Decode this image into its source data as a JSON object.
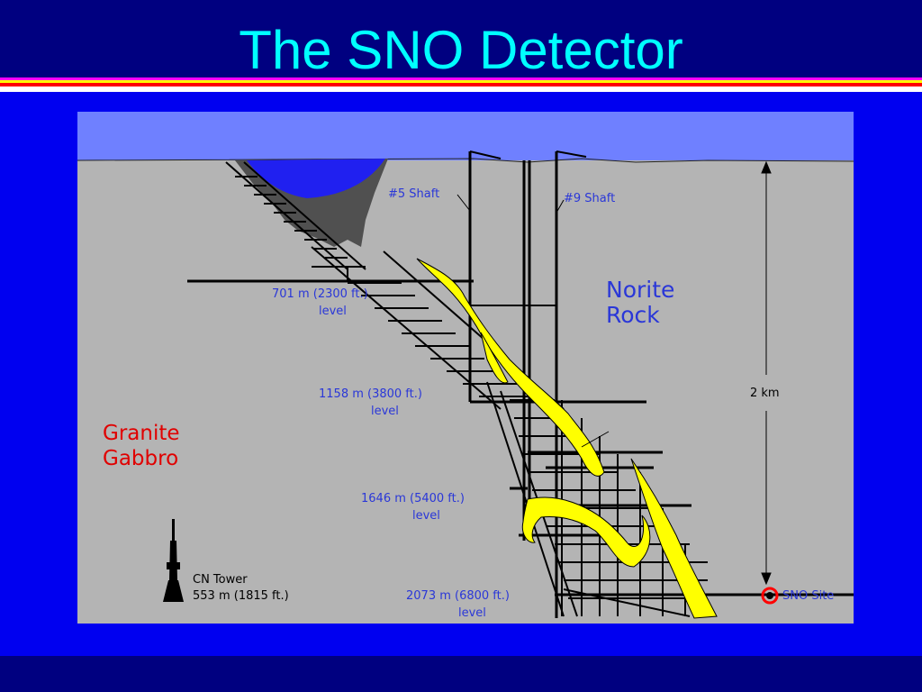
{
  "slide": {
    "title": "The SNO Detector",
    "colors": {
      "background": "#0000f0",
      "band": "#000080",
      "title": "#00ffff",
      "stripes": [
        "#ff00ff",
        "#ffff00",
        "#ff0000",
        "#ffffff"
      ]
    }
  },
  "diagram": {
    "colors": {
      "rock": "#b4b4b4",
      "sky": "#6f80ff",
      "lake": "#2020f0",
      "pit": "#505050",
      "ore": "#ffff00",
      "label_blue": "#2a37d8",
      "label_red": "#e00000"
    },
    "labels": {
      "shaft5": "#5 Shaft",
      "shaft9": "#9 Shaft",
      "norite_line1": "Norite",
      "norite_line2": "Rock",
      "granite_line1": "Granite",
      "granite_line2": "Gabbro",
      "level701_line1": "701 m (2300 ft.)",
      "level701_line2": "level",
      "level1158_line1": "1158 m (3800 ft.)",
      "level1158_line2": "level",
      "level1646_line1": "1646 m (5400 ft.)",
      "level1646_line2": "level",
      "level2073_line1": "2073 m (6800 ft.)",
      "level2073_line2": "level",
      "depth": "2 km",
      "cn_line1": "CN Tower",
      "cn_line2": "553 m (1815 ft.)",
      "sno_site": "SNO Site"
    }
  }
}
